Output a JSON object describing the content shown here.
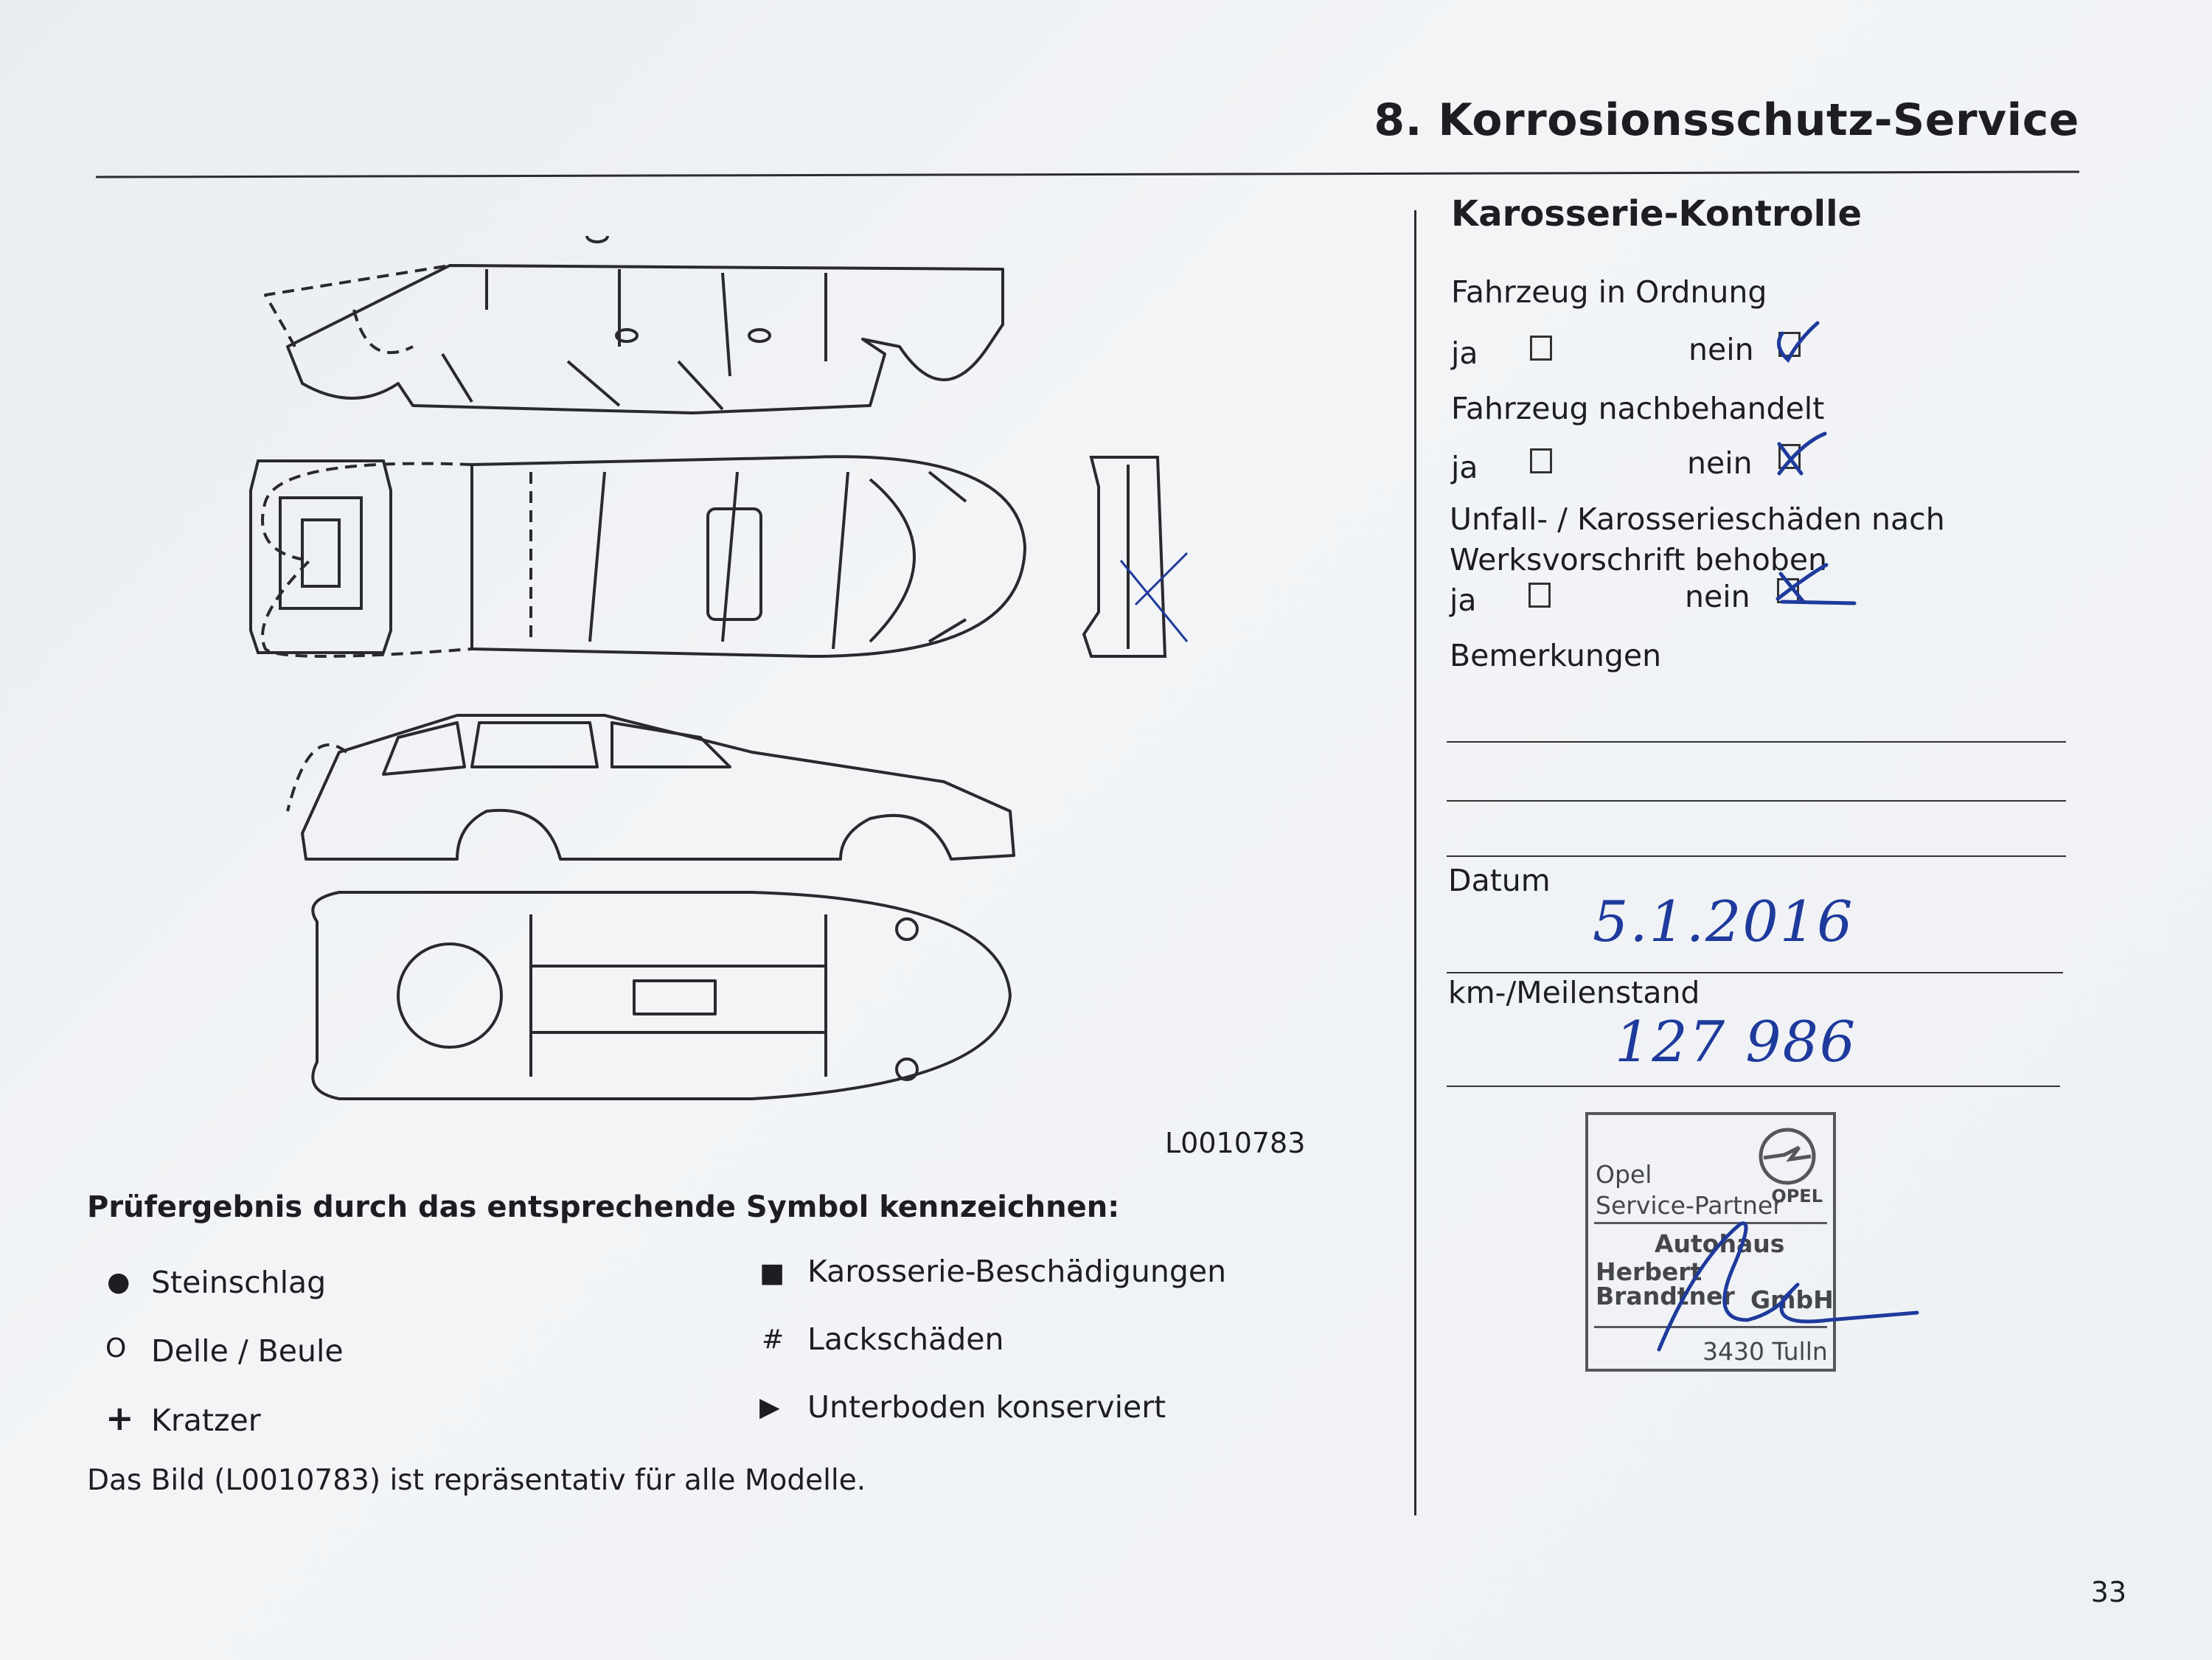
{
  "header": {
    "title": "8. Korrosionsschutz-Service"
  },
  "figure": {
    "code": "L0010783"
  },
  "body_check": {
    "heading": "Karosserie-Kontrolle",
    "questions": [
      {
        "label": "Fahrzeug in Ordnung",
        "yes_label": "ja",
        "no_label": "nein",
        "answer": "nein"
      },
      {
        "label": "Fahrzeug nachbehandelt",
        "yes_label": "ja",
        "no_label": "nein",
        "answer": "nein"
      },
      {
        "label_line1": "Unfall- / Karosserieschäden nach",
        "label_line2": "Werksvorschrift behoben",
        "yes_label": "ja",
        "no_label": "nein",
        "answer": "nein"
      }
    ],
    "remarks_label": "Bemerkungen",
    "date_label": "Datum",
    "date_value": "5.1.2016",
    "mileage_label": "km-/Meilenstand",
    "mileage_value": "127 986"
  },
  "stamp": {
    "line1": "Opel",
    "line2": "Service-Partner",
    "brand": "OPEL",
    "line3": "Autohaus",
    "line4": "Herbert Brandtner",
    "line5": "GmbH",
    "line6": "3430 Tulln"
  },
  "legend": {
    "title": "Prüfergebnis durch das entsprechende Symbol kennzeichnen:",
    "items": [
      {
        "symbol": "●",
        "label": "Steinschlag"
      },
      {
        "symbol": "O",
        "label": "Delle / Beule"
      },
      {
        "symbol": "+",
        "label": "Kratzer"
      },
      {
        "symbol": "■",
        "label": "Karosserie-Beschädigungen"
      },
      {
        "symbol": "#",
        "label": "Lackschäden"
      },
      {
        "symbol": "▶",
        "label": "Unterboden konserviert"
      }
    ],
    "caption": "Das Bild (L0010783) ist repräsentativ für alle Modelle."
  },
  "page_number": "33",
  "colors": {
    "ink": "#1d1d22",
    "pen": "#1e3a9c",
    "stamp": "#55575c"
  }
}
